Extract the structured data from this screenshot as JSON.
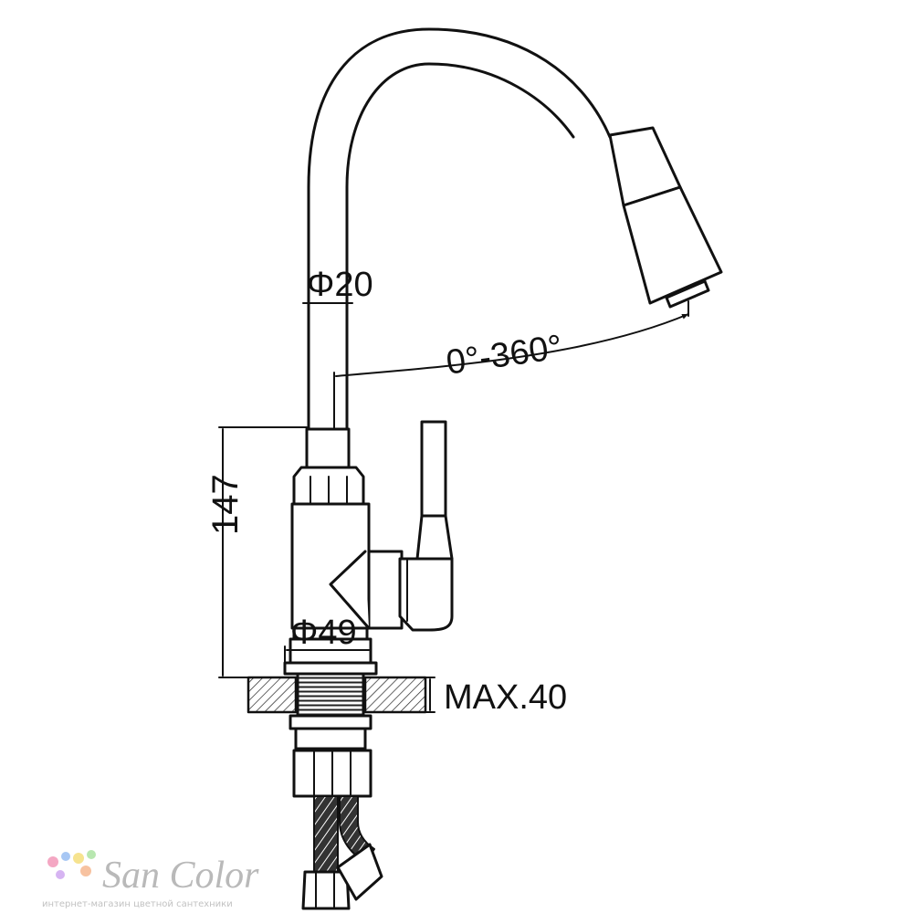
{
  "drawing": {
    "dimensions": {
      "spout_diameter": "Φ20",
      "rotation": "0°-360°",
      "height": "147",
      "body_diameter": "Φ49",
      "max_thickness": "MAX.40"
    }
  },
  "watermark": {
    "brand": "San Color",
    "tagline": "интернет-магазин цветной сантехники",
    "dot_colors": [
      "#f4a7c3",
      "#a7c7f4",
      "#f6e38f",
      "#b8e7b0",
      "#d6b4f2",
      "#f7c2a0"
    ]
  }
}
